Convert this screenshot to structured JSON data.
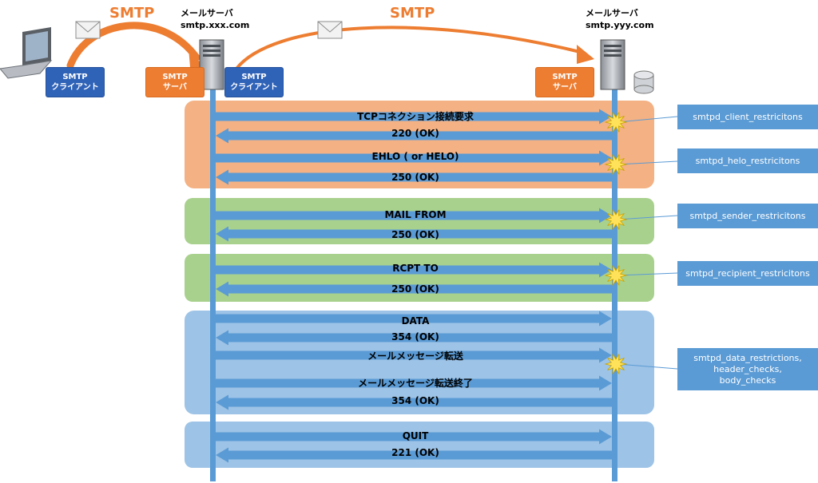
{
  "protocol_labels": {
    "left": "SMTP",
    "right": "SMTP"
  },
  "server_left": {
    "title": "メールサーバ",
    "host": "smtp.xxx.com"
  },
  "server_right": {
    "title": "メールサーバ",
    "host": "smtp.yyy.com"
  },
  "role_boxes": {
    "client1": "SMTP\nクライアント",
    "server1": "SMTP\nサーバ",
    "client2": "SMTP\nクライアント",
    "server2": "SMTP\nサーバ"
  },
  "messages": [
    {
      "text": "TCPコネクション接続要求",
      "dir": "right"
    },
    {
      "text": "220 (OK)",
      "dir": "left"
    },
    {
      "text": "EHLO ( or HELO)",
      "dir": "right"
    },
    {
      "text": "250 (OK)",
      "dir": "left"
    },
    {
      "text": "MAIL FROM",
      "dir": "right"
    },
    {
      "text": "250 (OK)",
      "dir": "left"
    },
    {
      "text": "RCPT TO",
      "dir": "right"
    },
    {
      "text": "250 (OK)",
      "dir": "left"
    },
    {
      "text": "DATA",
      "dir": "right"
    },
    {
      "text": "354 (OK)",
      "dir": "left"
    },
    {
      "text": "メールメッセージ転送",
      "dir": "right"
    },
    {
      "text": "メールメッセージ転送終了",
      "dir": "right"
    },
    {
      "text": "354 (OK)",
      "dir": "left"
    },
    {
      "text": "QUIT",
      "dir": "right"
    },
    {
      "text": "221 (OK)",
      "dir": "left"
    }
  ],
  "restrictions": [
    "smtpd_client_restricitons",
    "smtpd_helo_restricitons",
    "smtpd_sender_restricitons",
    "smtpd_recipient_restricitons",
    "smtpd_data_restrictions,\nheader_checks,\nbody_checks"
  ],
  "colors": {
    "orange_band": "#f4b183",
    "green_band": "#a9d18e",
    "blue_band": "#9dc3e6",
    "arrow": "#5b9bd5",
    "accent": "#ed7d31"
  }
}
